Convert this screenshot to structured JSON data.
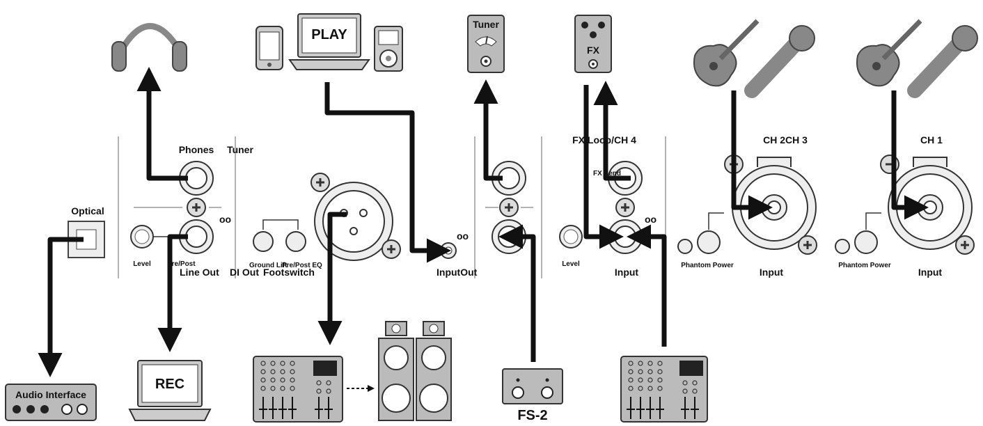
{
  "labels": {
    "play": "PLAY",
    "tuner_pedal": "Tuner",
    "fx_pedal": "FX",
    "phones": "Phones",
    "tuner_out": "Tuner",
    "fx_loop": "FX Loop/CH 4",
    "ch23": "CH 2CH 3",
    "ch1": "CH 1",
    "optical": "Optical",
    "level": "Level",
    "prepost": "Pre/Post",
    "line_out": "Line Out",
    "di_out": "DI Out",
    "ground_lift": "Ground Lift",
    "prepost_eq": "Pre/Post EQ",
    "footswitch": "Footswitch",
    "input_out": "InputOut",
    "fx_send": "FX Send",
    "fx_level": "Level",
    "fx_input": "Input",
    "phantom_power_a": "Phantom Power",
    "input_a": "Input",
    "phantom_power_b": "Phantom Power",
    "input_b": "Input",
    "audio_interface": "Audio Interface",
    "rec": "REC",
    "fs2": "FS-2"
  }
}
